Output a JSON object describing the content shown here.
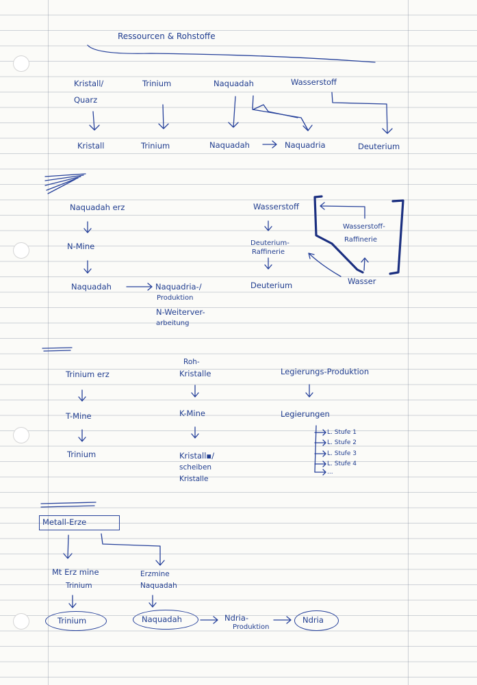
{
  "title": "Ressourcen & Rohstoffe",
  "top": {
    "sources": [
      "Kristall/",
      "Quarz",
      "Trinium",
      "Naquadah",
      "Wasserstoff"
    ],
    "products": [
      "Kristall",
      "Trinium",
      "Naquadah",
      "Naquadria",
      "Deuterium"
    ]
  },
  "naquadah": {
    "erz": "Naquadah erz",
    "mine": "N-Mine",
    "product": "Naquadah",
    "next": [
      "Naquadria-/",
      "Produktion",
      "N-Weiterver-",
      "arbeitung"
    ]
  },
  "wasser": {
    "wasserstoff": "Wasserstoff",
    "raff1": [
      "Deuterium-",
      "Raffinerie"
    ],
    "deuterium": "Deuterium",
    "raff2": [
      "Wasserstoff-",
      "Raffinerie"
    ],
    "wasser": "Wasser"
  },
  "trinium": {
    "erz": "Trinium erz",
    "mine": "T-Mine",
    "product": "Trinium"
  },
  "kristall": {
    "roh": [
      "Roh-",
      "Kristalle"
    ],
    "mine": "K-Mine",
    "product": [
      "Kristall▪/",
      "scheiben",
      "Kristalle"
    ]
  },
  "legierung": {
    "prod": "Legierungs-Produktion",
    "items": "Legierungen",
    "stufen": [
      "L. Stufe 1",
      "L. Stufe 2",
      "L. Stufe 3",
      "L. Stufe 4",
      "..."
    ]
  },
  "metall": {
    "title": "Metall-Erze",
    "left": [
      "Mt Erz mine",
      "Trinium"
    ],
    "right": [
      "Erzmine",
      "Naquadah"
    ],
    "bottom": [
      "Trinium",
      "Naquadah",
      "Ndria-",
      "Produktion",
      "Ndria"
    ]
  }
}
